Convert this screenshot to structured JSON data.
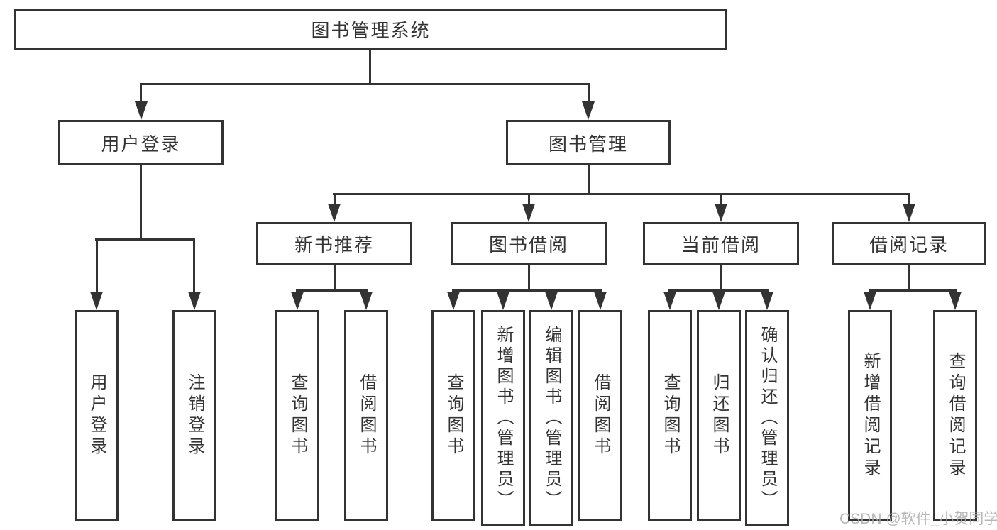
{
  "diagram": {
    "type": "hierarchy-tree",
    "title": "图书管理系统",
    "colors": {
      "line": "#333333",
      "text": "#333333",
      "box_background": "#ffffff",
      "page_background": "#ffffff",
      "watermark": "#aaaaaa"
    },
    "nodes": {
      "root": "图书管理系统",
      "user_login": "用户登录",
      "book_mgmt": "图书管理",
      "l3": [
        "新书推荐",
        "图书借阅",
        "当前借阅",
        "借阅记录"
      ],
      "leaves": [
        "用户登录",
        "注销登录",
        "查询图书",
        "借阅图书",
        "查询图书",
        "新增图书（管理员）",
        "编辑图书（管理员）",
        "借阅图书",
        "查询图书",
        "归还图书",
        "确认归还（管理员）",
        "新增借阅记录",
        "查询借阅记录"
      ]
    },
    "hierarchy": {
      "图书管理系统": {
        "用户登录": [
          "用户登录",
          "注销登录"
        ],
        "图书管理": {
          "新书推荐": [
            "查询图书",
            "借阅图书"
          ],
          "图书借阅": [
            "查询图书",
            "新增图书（管理员）",
            "编辑图书（管理员）",
            "借阅图书"
          ],
          "当前借阅": [
            "查询图书",
            "归还图书",
            "确认归还（管理员）"
          ],
          "借阅记录": [
            "新增借阅记录",
            "查询借阅记录"
          ]
        }
      }
    },
    "watermark": "CSDN @软件_小贺同学"
  }
}
